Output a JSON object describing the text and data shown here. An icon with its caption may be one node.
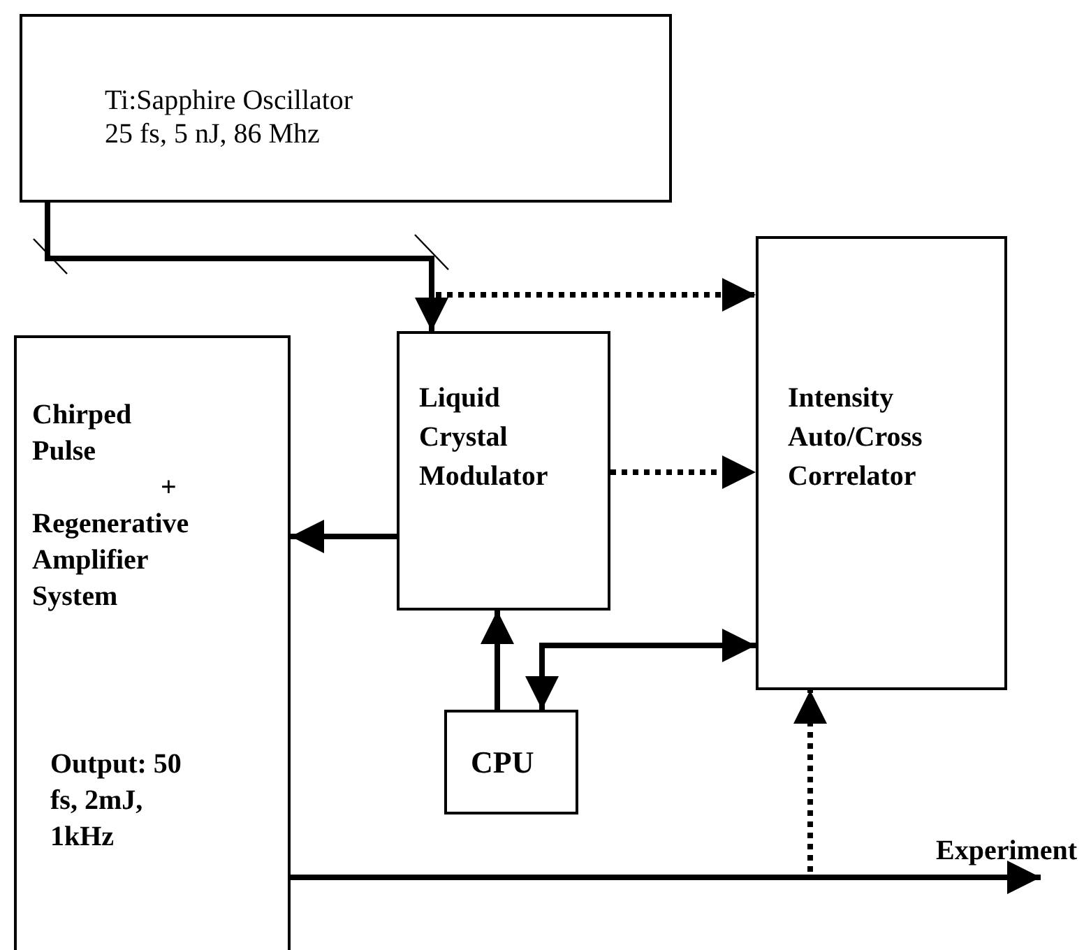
{
  "diagram": {
    "nodes": [
      {
        "text": [
          "Ti:Sapphire Oscillator",
          "25 fs, 5 nJ, 86 Mhz"
        ]
      },
      {
        "text": [
          "Chirped Pulse",
          "+",
          "Regenerative Amplifier System",
          "Output: 50 fs, 2mJ, 1kHz"
        ]
      },
      {
        "text": [
          "Liquid Crystal Modulator"
        ]
      },
      {
        "text": [
          "Intensity Auto/Cross Correlator"
        ]
      },
      {
        "text": [
          "CPU"
        ]
      },
      {
        "text": [
          "Experiment"
        ]
      }
    ],
    "edges": [
      {
        "from": 0,
        "to": 2,
        "arrow": "to"
      },
      {
        "from": 0,
        "to": 3,
        "arrow": "to",
        "style": "dashed"
      },
      {
        "from": 2,
        "to": 3,
        "arrow": "to",
        "style": "dashed"
      },
      {
        "from": 2,
        "to": 1,
        "arrow": "to"
      },
      {
        "from": 4,
        "to": 2,
        "arrow": "to"
      },
      {
        "from": 4,
        "to": 3,
        "arrow": "both"
      },
      {
        "from": 1,
        "to": 5,
        "arrow": "to"
      },
      {
        "from": 1,
        "to": 3,
        "arrow": "to",
        "style": "dashed"
      }
    ]
  }
}
